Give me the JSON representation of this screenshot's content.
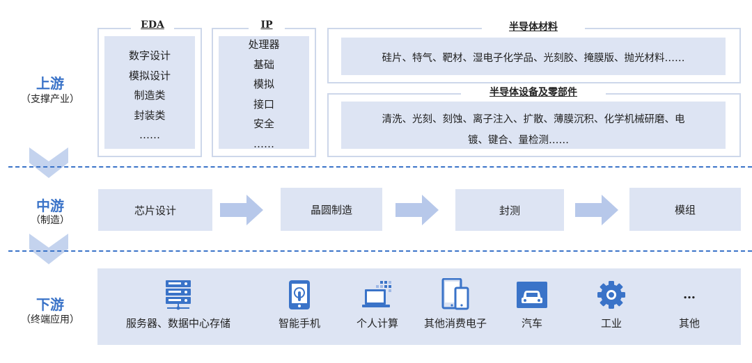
{
  "upstream": {
    "title": "上游",
    "subtitle": "（支撑产业）",
    "eda": {
      "title": "EDA",
      "items": [
        "数字设计",
        "模拟设计",
        "制造类",
        "封装类",
        "……"
      ]
    },
    "ip": {
      "title": "IP",
      "items": [
        "处理器",
        "基础",
        "模拟",
        "接口",
        "安全",
        "……"
      ]
    },
    "materials": {
      "title": "半导体材料",
      "text": "硅片、特气、靶材、湿电子化学品、光刻胶、掩膜版、抛光材料……"
    },
    "equipment": {
      "title": "半导体设备及零部件",
      "line1": "清洗、光刻、刻蚀、离子注入、扩散、薄膜沉积、化学机械研磨、电",
      "line2": "镀、键合、量检测……"
    }
  },
  "midstream": {
    "title": "中游",
    "subtitle": "（制造）",
    "steps": [
      "芯片设计",
      "晶圆制造",
      "封测",
      "模组"
    ]
  },
  "downstream": {
    "title": "下游",
    "subtitle": "（终端应用）",
    "apps": [
      {
        "icon": "server-icon",
        "label": "服务器、数据中心存储"
      },
      {
        "icon": "smartphone-icon",
        "label": "智能手机"
      },
      {
        "icon": "laptop-icon",
        "label": "个人计算"
      },
      {
        "icon": "devices-icon",
        "label": "其他消费电子"
      },
      {
        "icon": "car-icon",
        "label": "汽车"
      },
      {
        "icon": "gear-icon",
        "label": "工业"
      },
      {
        "icon": "ellipsis-icon",
        "label": "其他"
      }
    ],
    "ellipsis": "…"
  },
  "colors": {
    "accent": "#3a73c8",
    "fill": "#dde4f3",
    "border": "#cdd7ea",
    "chevron": "#c4d3ee",
    "arrow": "#b7c8ea"
  }
}
